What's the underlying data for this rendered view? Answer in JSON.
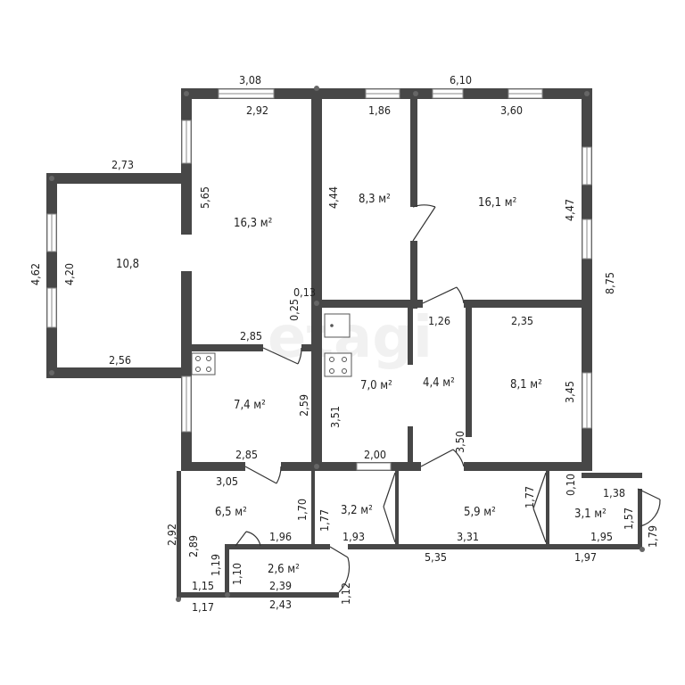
{
  "watermark": "etagi",
  "rooms": {
    "r1": "10,8",
    "r2": "16,3 м²",
    "r3": "8,3 м²",
    "r4": "16,1 м²",
    "r5": "7,4 м²",
    "r6": "7,0 м²",
    "r7": "4,4 м²",
    "r8": "8,1 м²",
    "r9": "6,5 м²",
    "r10": "3,2 м²",
    "r11": "5,9 м²",
    "r12": "3,1 м²",
    "r13": "2,6 м²"
  },
  "dims": {
    "d308": "3,08",
    "d610": "6,10",
    "d292": "2,92",
    "d186": "1,86",
    "d360": "3,60",
    "d273": "2,73",
    "d565": "5,65",
    "d444": "4,44",
    "d447": "4,47",
    "d462": "4,62",
    "d420": "4,20",
    "d875": "8,75",
    "d013": "0,13",
    "d025": "0,25",
    "d285a": "2,85",
    "d126": "1,26",
    "d235": "2,35",
    "d256": "2,56",
    "d259": "2,59",
    "d351": "3,51",
    "d345": "3,45",
    "d350": "3,50",
    "d285b": "2,85",
    "d200": "2,00",
    "d305": "3,05",
    "d170": "1,70",
    "d177a": "1,77",
    "d177b": "1,77",
    "d010": "0,10",
    "d138": "1,38",
    "d157": "1,57",
    "d179": "1,79",
    "d292b": "2,92",
    "d289": "2,89",
    "d196": "1,96",
    "d193": "1,93",
    "d331": "3,31",
    "d195": "1,95",
    "d119": "1,19",
    "d110": "1,10",
    "d239": "2,39",
    "d535": "5,35",
    "d197": "1,97",
    "d115": "1,15",
    "d117": "1,17",
    "d243": "2,43",
    "d112": "1,12"
  }
}
